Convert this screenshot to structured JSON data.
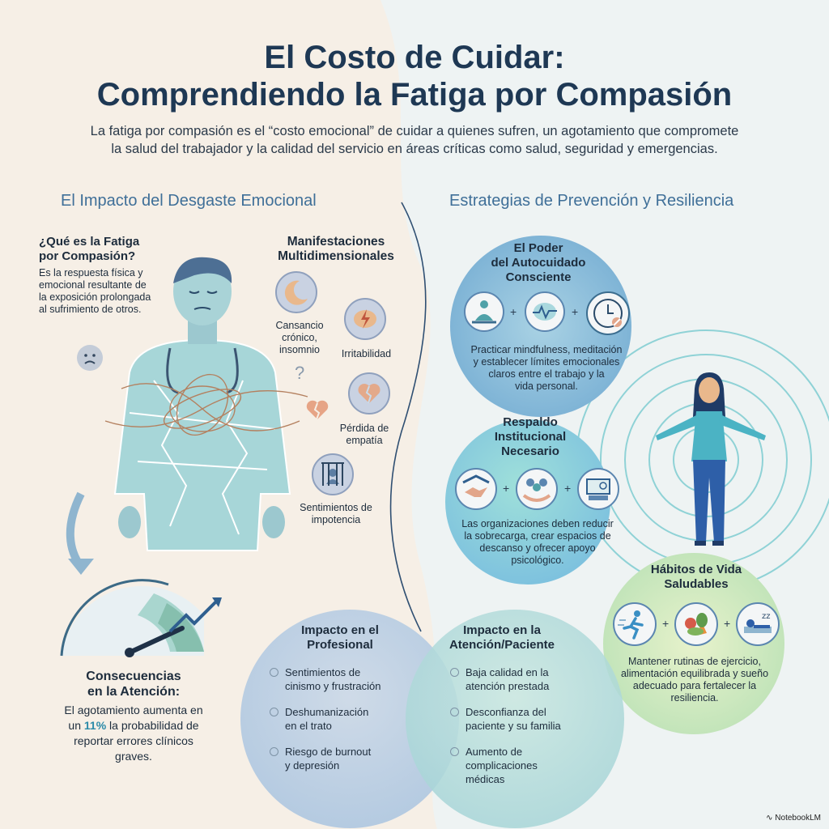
{
  "header": {
    "title_line1": "El Costo de Cuidar:",
    "title_line2": "Comprendiendo la Fatiga por Compasión",
    "subtitle_line1": "La fatiga por compasión es el “costo emocional” de cuidar a quienes sufren, un agotamiento que compromete",
    "subtitle_line2": "la salud del trabajador y la calidad del servicio en áreas críticas como salud, seguridad y emergencias."
  },
  "left_section": {
    "heading": "El Impacto del Desgaste Emocional",
    "definition": {
      "title_line1": "¿Qué es la Fatiga",
      "title_line2": "por Compasión?",
      "text_line1": "Es la respuesta física y",
      "text_line2": "emocional resultante de",
      "text_line3": "la exposición prolongada",
      "text_line4": "al sufrimiento de otros."
    },
    "manifestations": {
      "title_line1": "Manifestaciones",
      "title_line2": "Multidimensionales",
      "items": [
        {
          "icon": "moon-icon",
          "line1": "Cansancio",
          "line2": "crónico,",
          "line3": "insomnio"
        },
        {
          "icon": "brain-lightning-icon",
          "line1": "Irritabilidad"
        },
        {
          "icon": "broken-heart-icon",
          "line1": "Pérdida de",
          "line2": "empatía"
        },
        {
          "icon": "caged-person-icon",
          "line1": "Sentimientos de",
          "line2": "impotencia"
        }
      ]
    },
    "consequences": {
      "title_line1": "Consecuencias",
      "title_line2": "en la Atención:",
      "text_line1": "El agotamiento aumenta en",
      "text_pre": "un",
      "percent": "11%",
      "text_post": "la probabilidad de",
      "text_line3": "reportar errores clínicos",
      "text_line4": "graves."
    }
  },
  "impact": {
    "professional": {
      "title_line1": "Impacto en el",
      "title_line2": "Profesional",
      "items": [
        {
          "line1": "Sentimientos de",
          "line2": "cinismo y frustración"
        },
        {
          "line1": "Deshumanización",
          "line2": "en el trato"
        },
        {
          "line1": "Riesgo de burnout",
          "line2": "y depresión"
        }
      ]
    },
    "patient": {
      "title_line1": "Impacto en la",
      "title_line2": "Atención/Paciente",
      "items": [
        {
          "line1": "Baja calidad en la",
          "line2": "atención prestada"
        },
        {
          "line1": "Desconfianza del",
          "line2": "paciente y su familia"
        },
        {
          "line1": "Aumento de",
          "line2": "complicaciones",
          "line3": "médicas"
        }
      ]
    }
  },
  "right_section": {
    "heading": "Estrategias de Prevención y Resiliencia",
    "selfcare": {
      "title_line1": "El Poder",
      "title_line2": "del Autocuidado",
      "title_line3": "Consciente",
      "icons": [
        "meditation-icon",
        "brain-pulse-icon",
        "clock-limit-icon"
      ],
      "text_line1": "Practicar mindfulness, meditación",
      "text_line2": "y establecer límites emocionales",
      "text_line3": "claros entre el trabajo y la",
      "text_line4": "vida personal."
    },
    "institutional": {
      "title_line1": "Respaldo",
      "title_line2": "Institucional",
      "title_line3": "Necesario",
      "icons": [
        "handshake-icon",
        "team-support-icon",
        "rest-space-icon"
      ],
      "text_line1": "Las organizaciones deben reducir",
      "text_line2": "la sobrecarga, crear espacios de",
      "text_line3": "descanso y ofrecer apoyo",
      "text_line4": "psicológico."
    },
    "habits": {
      "title_line1": "Hábitos de Vida",
      "title_line2": "Saludables",
      "icons": [
        "running-icon",
        "healthy-food-icon",
        "sleep-icon"
      ],
      "text_line1": "Mantener rutinas de ejercicio,",
      "text_line2": "alimentación equilibrada y sueño",
      "text_line3": "adecuado para fertalecer la",
      "text_line4": "resiliencia."
    }
  },
  "plus_sign": "+",
  "brand": "NotebookLM",
  "colors": {
    "title": "#1e3854",
    "section_heading": "#3f6f98",
    "background": "#f6efe6",
    "accent_teal": "#2a8aa8"
  }
}
